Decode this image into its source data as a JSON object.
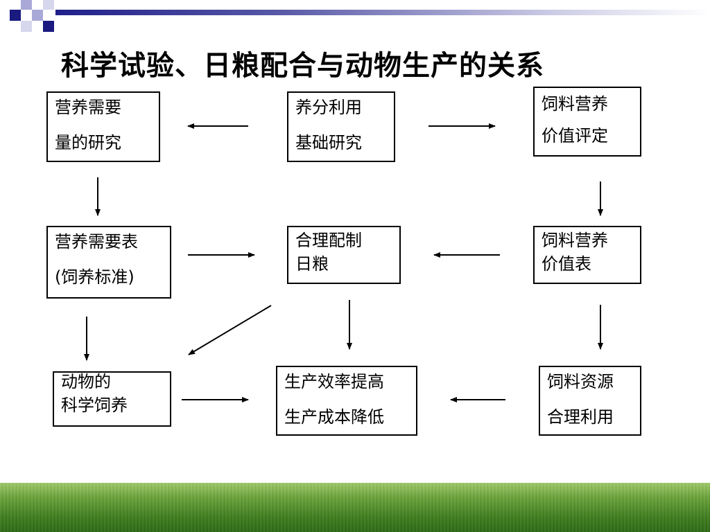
{
  "title": "科学试验、日粮配合与动物生产的关系",
  "nodes": {
    "nutrient_requirement_research": [
      "营养需要",
      "量的研究"
    ],
    "nutrient_utilization_basic": [
      "养分利用",
      "基础研究"
    ],
    "feed_value_evaluation": [
      "饲料营养",
      "价值评定"
    ],
    "nutrient_requirement_table": [
      "营养需要表",
      "(饲养标准)"
    ],
    "ration_formulation": [
      "合理配制",
      "日粮"
    ],
    "feed_value_table": [
      "饲料营养",
      "价值表"
    ],
    "scientific_feeding": [
      "动物的",
      "科学饲养"
    ],
    "production_outcome": [
      "生产效率提高",
      "生产成本降低"
    ],
    "feed_resource_use": [
      "饲料资源",
      "合理利用"
    ]
  },
  "colors": {
    "banner_dark": "#1f1f8a",
    "banner_mid": "#5a5aa8",
    "square_dark": "#1a1a80",
    "square_light": "#a9a9d8",
    "grass_top": "#9fc86a",
    "grass_bottom": "#2d6a14"
  }
}
